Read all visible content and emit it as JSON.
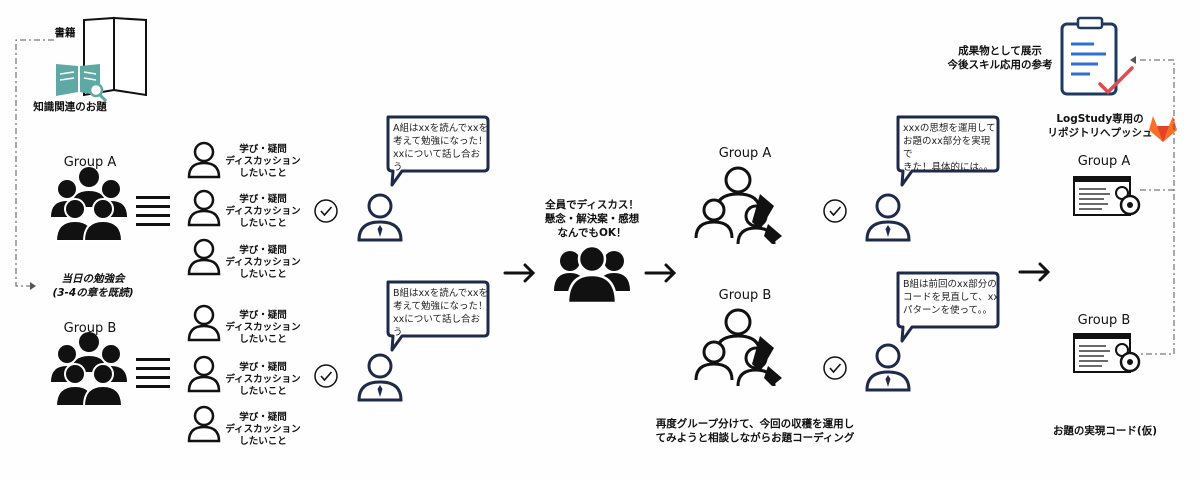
{
  "source": {
    "book_label": "書籍",
    "topic_label": "知識関連のお題",
    "meeting_label": "当日の勉強会\n(3-4の章を既読)"
  },
  "groups": [
    {
      "name": "Group A",
      "items": [
        "学び・疑問\nディスカッション\nしたいこと",
        "学び・疑問\nディスカッション\nしたいこと",
        "学び・疑問\nディスカッション\nしたいこと"
      ],
      "bubble": "A組はxxを読んでxxを\n考えて勉強になった！\nxxについて話し合おう"
    },
    {
      "name": "Group B",
      "items": [
        "学び・疑問\nディスカッション\nしたいこと",
        "学び・疑問\nディスカッション\nしたいこと",
        "学び・疑問\nディスカッション\nしたいこと"
      ],
      "bubble": "B組はxxを読んでxxを\n考えて勉強になった！\nxxについて話し合おう"
    }
  ],
  "center": {
    "caption": "全員でディスカス！\n懸念・解決案・感想\nなんでもOK！"
  },
  "coding_groups": [
    {
      "name": "Group A",
      "bubble": "xxxの思想を運用して\nお題のxx部分を実現で\nきた！具体的には。。"
    },
    {
      "name": "Group B",
      "bubble": "B組は前回のxx部分の\nコードを見直して、xx\nパターンを使って。。"
    }
  ],
  "coding_caption": "再度グループ分けて、今回の収穫を運用し\nてみようと相談しながらお題コーディング",
  "output": {
    "showcase_label": "成果物として展示\n今後スキル応用の参考",
    "push_label": "LogStudy専用の\nリポジトリへプッシュ",
    "group_a": "Group A",
    "group_b": "Group B",
    "code_caption": "お題の実現コード(仮)"
  },
  "colors": {
    "ink": "#111111",
    "teal": "#5ea9a4",
    "navy": "#1e3a5f",
    "clipboard_blue": "#2e6fd1",
    "check_red": "#e5484d",
    "gitlab_orange": "#fc6d26"
  }
}
